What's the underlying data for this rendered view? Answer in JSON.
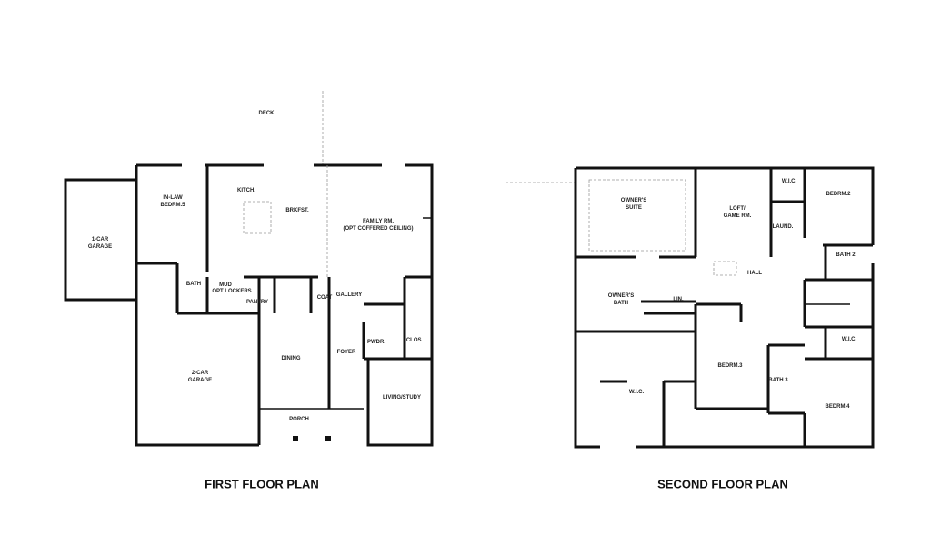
{
  "first_floor": {
    "title": "FIRST FLOOR PLAN",
    "rooms": {
      "deck": "DECK",
      "garage1_a": "1-CAR",
      "garage1_b": "GARAGE",
      "inlaw_a": "IN-LAW",
      "inlaw_b": "BEDRM.5",
      "kitchen": "KITCH.",
      "breakfast": "BRKFST.",
      "family_a": "FAMILY RM.",
      "family_b": "(OPT COFFERED CEILING)",
      "bath": "BATH",
      "mud_a": "MUD",
      "mud_b": "OPT LOCKERS",
      "pantry": "PANTRY",
      "coat": "COAT",
      "gallery": "GALLERY",
      "powder": "PWDR.",
      "closet": "CLOS.",
      "dining": "DINING",
      "foyer": "FOYER",
      "garage2_a": "2-CAR",
      "garage2_b": "GARAGE",
      "living": "LIVING/STUDY",
      "porch": "PORCH"
    }
  },
  "second_floor": {
    "title": "SECOND FLOOR PLAN",
    "rooms": {
      "owners_suite_a": "OWNER'S",
      "owners_suite_b": "SUITE",
      "loft_a": "LOFT/",
      "loft_b": "GAME RM.",
      "wic_bed2": "W.I.C.",
      "bedroom2": "BEDRM.2",
      "laundry": "LAUND.",
      "bath2": "BATH 2",
      "hall": "HALL",
      "owners_bath_a": "OWNER'S",
      "owners_bath_b": "BATH",
      "linen": "LIN.",
      "wic_bed4": "W.I.C.",
      "bedroom3": "BEDRM.3",
      "bath3": "BATH 3",
      "wic_owner": "W.I.C.",
      "bedroom4": "BEDRM.4"
    }
  }
}
